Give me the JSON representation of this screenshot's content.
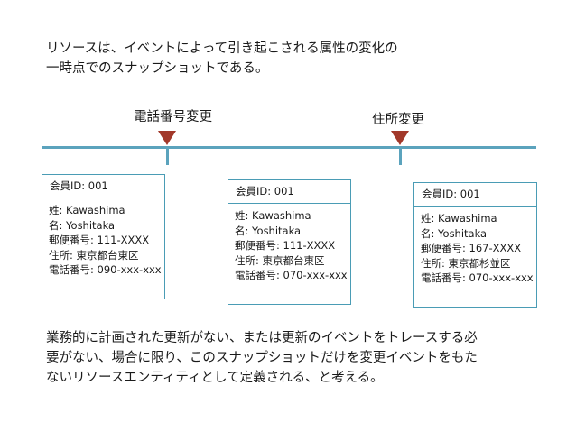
{
  "slide": {
    "intro_paragraph": "リソースは、イベントによって引き起こされる属性の変化の\n一時点でのスナップショットである。",
    "conclusion_paragraph": "業務的に計画された更新がない、または更新のイベントをトレースする必\n要がない、場合に限り、このスナップショットだけを変更イベントをもた\nないリソースエンティティとして定義される、と考える。"
  },
  "timeline": {
    "events": [
      {
        "label": "電話番号変更"
      },
      {
        "label": "住所変更"
      }
    ],
    "axis_color": "#5ba3bd",
    "marker_color": "#a2382a"
  },
  "cards": [
    {
      "header": "会員ID: 001",
      "fields": [
        "姓: Kawashima",
        "名: Yoshitaka",
        "郵便番号: 111-XXXX",
        "住所: 東京都台東区",
        "電話番号: 090-xxx-xxx"
      ]
    },
    {
      "header": "会員ID: 001",
      "fields": [
        "姓: Kawashima",
        "名: Yoshitaka",
        "郵便番号: 111-XXXX",
        "住所: 東京都台東区",
        "電話番号: 070-xxx-xxx"
      ]
    },
    {
      "header": "会員ID: 001",
      "fields": [
        "姓: Kawashima",
        "名: Yoshitaka",
        "郵便番号: 167-XXXX",
        "住所: 東京都杉並区",
        "電話番号: 070-xxx-xxx"
      ]
    }
  ],
  "colors": {
    "card_border": "#4a9cb5",
    "timeline": "#5ba3bd",
    "marker": "#a2382a",
    "text": "#1a1a1a",
    "background": "#ffffff"
  }
}
